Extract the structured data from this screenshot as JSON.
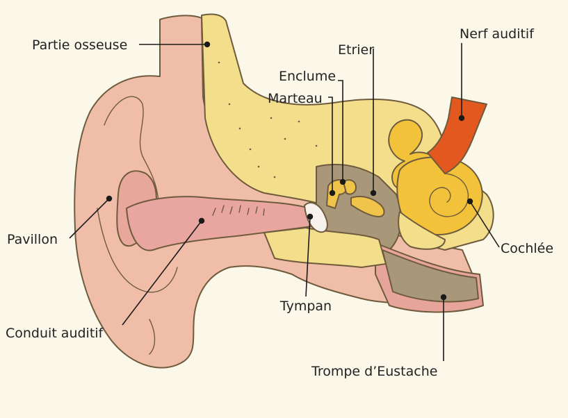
{
  "colors": {
    "background": "#fbf8ea",
    "skin": "#f0bda8",
    "canal": "#e9a5a0",
    "bone": "#f3de8c",
    "middle_ear": "#a99779",
    "cochlea": "#f2c23b",
    "nerve": "#e2581f",
    "eustachian": "#e7a49b"
  },
  "labels": {
    "partie_osseuse": "Partie osseuse",
    "nerf_auditif": "Nerf auditif",
    "etrier": "Etrier",
    "enclume": "Enclume",
    "marteau": "Marteau",
    "pavillon": "Pavillon",
    "cochlee": "Cochlée",
    "tympan": "Tympan",
    "conduit_auditif": "Conduit auditif",
    "trompe_eustache": "Trompe d’Eustache"
  }
}
